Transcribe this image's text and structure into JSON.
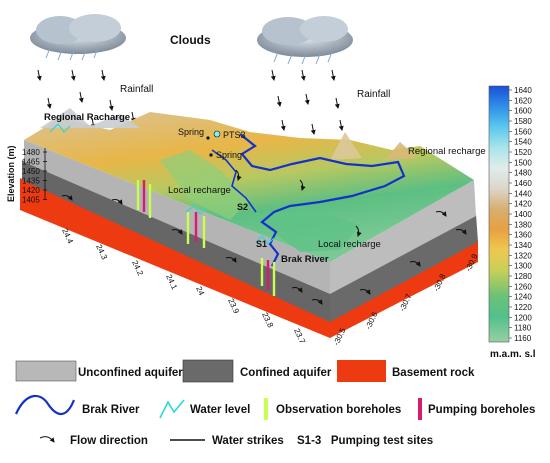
{
  "top": {
    "clouds_label": "Clouds",
    "rainfall_left": "Rainfall",
    "rainfall_right": "Rainfall"
  },
  "annotations": {
    "regional_recharge_left": "Regional Racharge",
    "regional_recharge_right": "Regional recharge",
    "spring_1": "Spring",
    "pts3": "PTS3",
    "spring_2": "Spring",
    "local_recharge_left": "Local recharge",
    "local_recharge_center": "Local recharge",
    "s2": "S2",
    "s1": "S1",
    "brak_river": "Brak River"
  },
  "elevation_axis": {
    "label": "Elevation (m)",
    "ticks": [
      "1480",
      "1465",
      "1450",
      "1435",
      "1420",
      "1405"
    ]
  },
  "latitude_ticks": [
    "24.4",
    "24.3",
    "24.2",
    "24.1",
    "24",
    "23.9",
    "23.8",
    "23.7"
  ],
  "longitude_ticks": [
    "-30.5",
    "-30.6",
    "-30.7",
    "-30.8",
    "-30.9"
  ],
  "colorbar": {
    "unit": "m.a.m. s.l",
    "ticks": [
      "1640",
      "1620",
      "1600",
      "1580",
      "1560",
      "1540",
      "1520",
      "1500",
      "1480",
      "1460",
      "1440",
      "1420",
      "1400",
      "1380",
      "1360",
      "1340",
      "1320",
      "1300",
      "1280",
      "1260",
      "1240",
      "1220",
      "1200",
      "1180",
      "1160"
    ],
    "colors": [
      "#1a4fd8",
      "#2f8fe6",
      "#5ac8ee",
      "#8fe0ea",
      "#c8ece6",
      "#ececec",
      "#d8d2c4",
      "#d4b068",
      "#e6a040",
      "#eec650",
      "#d6c850",
      "#a8d068",
      "#62c27a",
      "#4cbf8a",
      "#88cc9a"
    ]
  },
  "legend": {
    "row1": [
      {
        "label": "Unconfined aquifer",
        "color": "#b8b8b8"
      },
      {
        "label": "Confined aquifer",
        "color": "#6a6a6a"
      },
      {
        "label": "Basement rock",
        "color": "#ee3a10"
      }
    ],
    "row2": [
      {
        "label": "Brak River",
        "color": "#1432c8"
      },
      {
        "label": "Water level",
        "color": "#2ad8d8"
      },
      {
        "label": "Observation boreholes",
        "color": "#c8ff50"
      },
      {
        "label": "Pumping boreholes",
        "color": "#d81a70"
      }
    ],
    "row3": [
      {
        "label": "Flow direction"
      },
      {
        "label": "Water strikes"
      },
      {
        "label": "S1-3   Pumping test sites"
      }
    ]
  }
}
